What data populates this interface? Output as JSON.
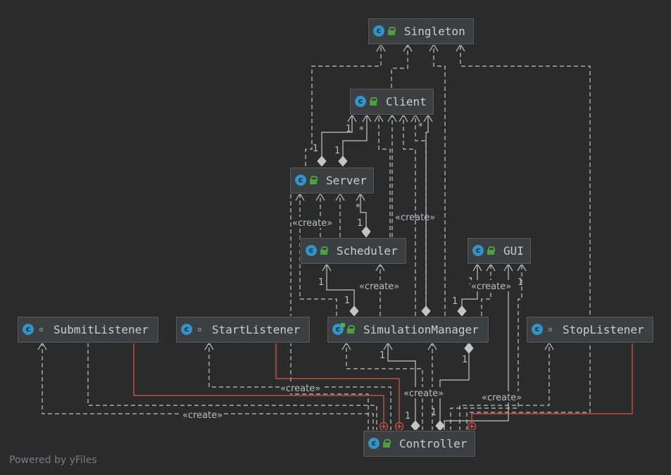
{
  "diagram": {
    "classes": {
      "singleton": "Singleton",
      "client": "Client",
      "server": "Server",
      "scheduler": "Scheduler",
      "gui": "GUI",
      "submit_listener": "SubmitListener",
      "start_listener": "StartListener",
      "simulation_manager": "SimulationManager",
      "stop_listener": "StopListener",
      "controller": "Controller"
    },
    "class_icon_letter": "c",
    "labels": {
      "create": "«create»",
      "one": "1",
      "many": "*"
    },
    "colors": {
      "background": "#2b2b2b",
      "node_fill": "#3c3f41",
      "class_icon": "#3592c4",
      "public_lock": "#4f9e44",
      "edge": "#c4c4c4",
      "inner_class_edge": "#d9564c"
    },
    "watermark": "Powered by yFiles"
  }
}
